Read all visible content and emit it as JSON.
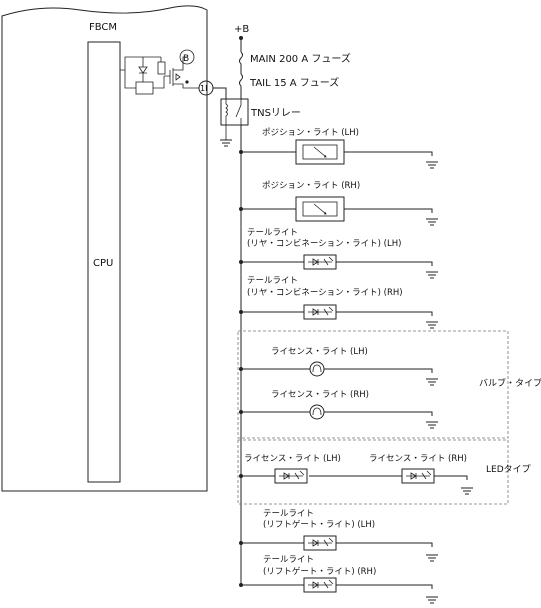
{
  "ecu": {
    "name": "FBCM",
    "cpu": "CPU",
    "pin": "1I",
    "b_marker": "B"
  },
  "supply": {
    "label": "+B"
  },
  "fuses": [
    {
      "label": "MAIN 200 A フューズ"
    },
    {
      "label": "TAIL 15 A フューズ"
    }
  ],
  "relay": {
    "label": "TNSリレー"
  },
  "loads": [
    {
      "line1": "ポジション・ライト (LH)",
      "line2": ""
    },
    {
      "line1": "ポジション・ライト (RH)",
      "line2": ""
    },
    {
      "line1": "テールライト",
      "line2": "(リヤ・コンビネーション・ライト) (LH)"
    },
    {
      "line1": "テールライト",
      "line2": "(リヤ・コンビネーション・ライト) (RH)"
    },
    {
      "line1": "ライセンス・ライト (LH)",
      "line2": ""
    },
    {
      "line1": "ライセンス・ライト (RH)",
      "line2": ""
    },
    {
      "line1": "ライセンス・ライト (LH)",
      "line2": ""
    },
    {
      "line1": "ライセンス・ライト (RH)",
      "line2": ""
    },
    {
      "line1": "テールライト",
      "line2": "(リフトゲート・ライト) (LH)"
    },
    {
      "line1": "テールライト",
      "line2": "(リフトゲート・ライト) (RH)"
    }
  ],
  "groups": {
    "bulb_type": "バルブ・タイプ",
    "led_type": "LEDタイプ"
  }
}
